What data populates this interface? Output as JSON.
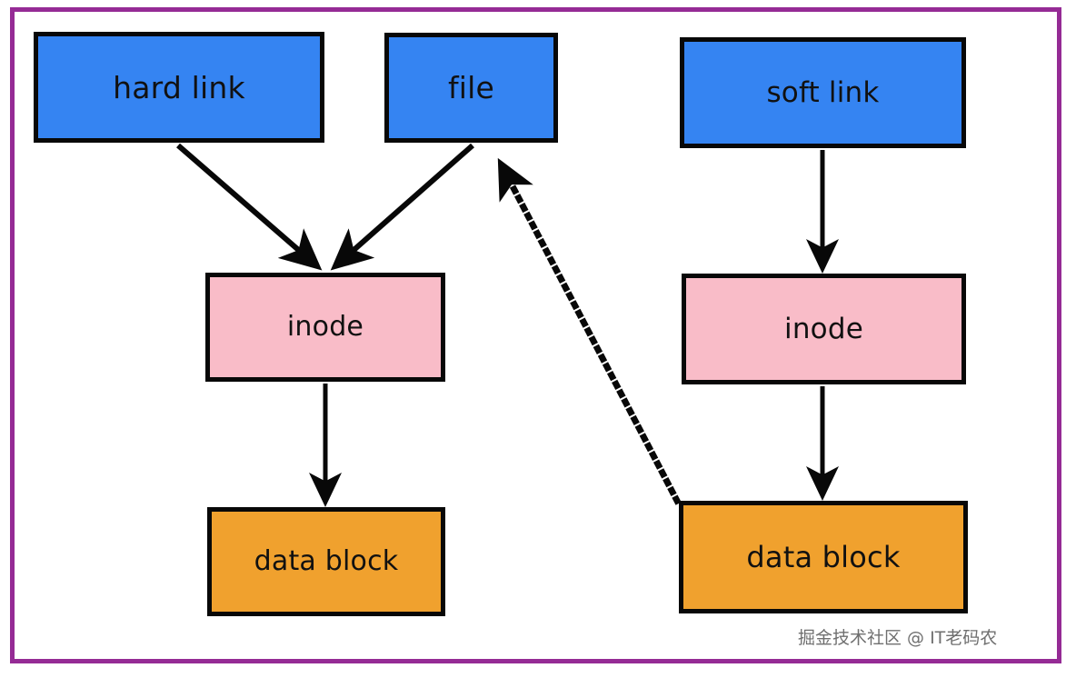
{
  "diagram": {
    "title": "hard link vs soft link filesystem diagram",
    "frame_color": "#952b95",
    "background": "#ffffff",
    "nodes": [
      {
        "id": "hard-link",
        "label": "hard link",
        "color": "#3584f2",
        "kind": "link-name"
      },
      {
        "id": "file",
        "label": "file",
        "color": "#3584f2",
        "kind": "link-name"
      },
      {
        "id": "soft-link",
        "label": "soft link",
        "color": "#3584f2",
        "kind": "link-name"
      },
      {
        "id": "inode-left",
        "label": "inode",
        "color": "#f9bcc8",
        "kind": "inode"
      },
      {
        "id": "inode-right",
        "label": "inode",
        "color": "#f9bcc8",
        "kind": "inode"
      },
      {
        "id": "data-block-left",
        "label": "data block",
        "color": "#f0a12e",
        "kind": "data-block"
      },
      {
        "id": "data-block-right",
        "label": "data block",
        "color": "#f0a12e",
        "kind": "data-block"
      }
    ],
    "edges": [
      {
        "id": "hard-link-to-inode",
        "from": "hard-link",
        "to": "inode-left",
        "style": "solid",
        "arrow": "end"
      },
      {
        "id": "file-to-inode",
        "from": "file",
        "to": "inode-left",
        "style": "solid",
        "arrow": "end"
      },
      {
        "id": "inode-to-data-left",
        "from": "inode-left",
        "to": "data-block-left",
        "style": "solid",
        "arrow": "end"
      },
      {
        "id": "soft-link-to-inode",
        "from": "soft-link",
        "to": "inode-right",
        "style": "solid",
        "arrow": "end"
      },
      {
        "id": "inode-to-data-right",
        "from": "inode-right",
        "to": "data-block-right",
        "style": "solid",
        "arrow": "end"
      },
      {
        "id": "data-right-to-file",
        "from": "data-block-right",
        "to": "file",
        "style": "dotted",
        "arrow": "end"
      }
    ],
    "edge_color": "#080808"
  },
  "watermark": {
    "text": "掘金技术社区 @ IT老码农"
  }
}
